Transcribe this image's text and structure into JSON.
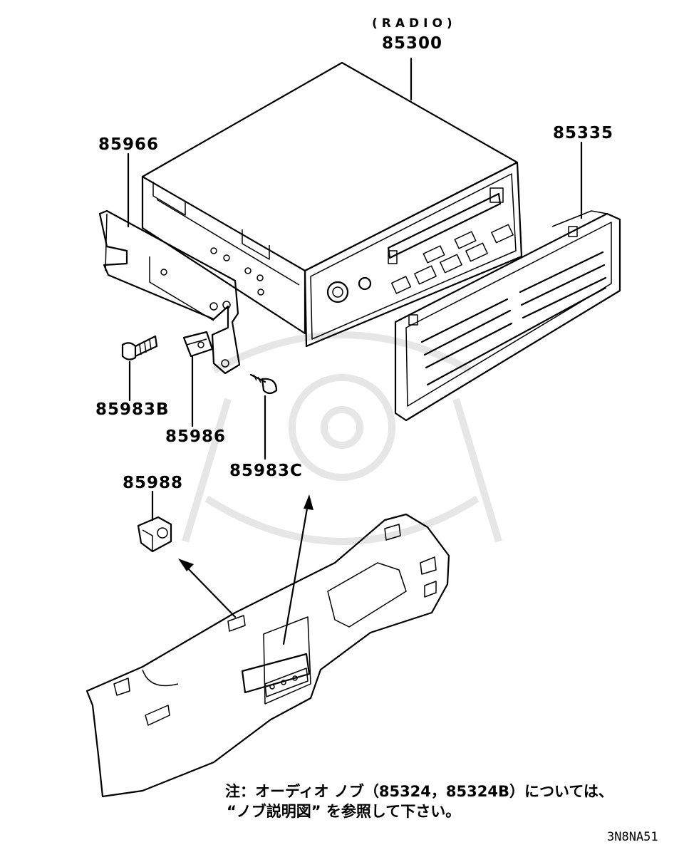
{
  "labels": {
    "radio_caption": "(RADIO)",
    "radio": "85300",
    "bracket": "85966",
    "panel": "85335",
    "bolt": "85983B",
    "clip": "85986",
    "screw": "85983C",
    "nut": "85988"
  },
  "note": {
    "line1": "注：オーディオ ノブ（85324，85324B）については、",
    "line2": "“ノブ説明図” を参照して下さい。"
  },
  "diagram_code": "3N8NA51"
}
